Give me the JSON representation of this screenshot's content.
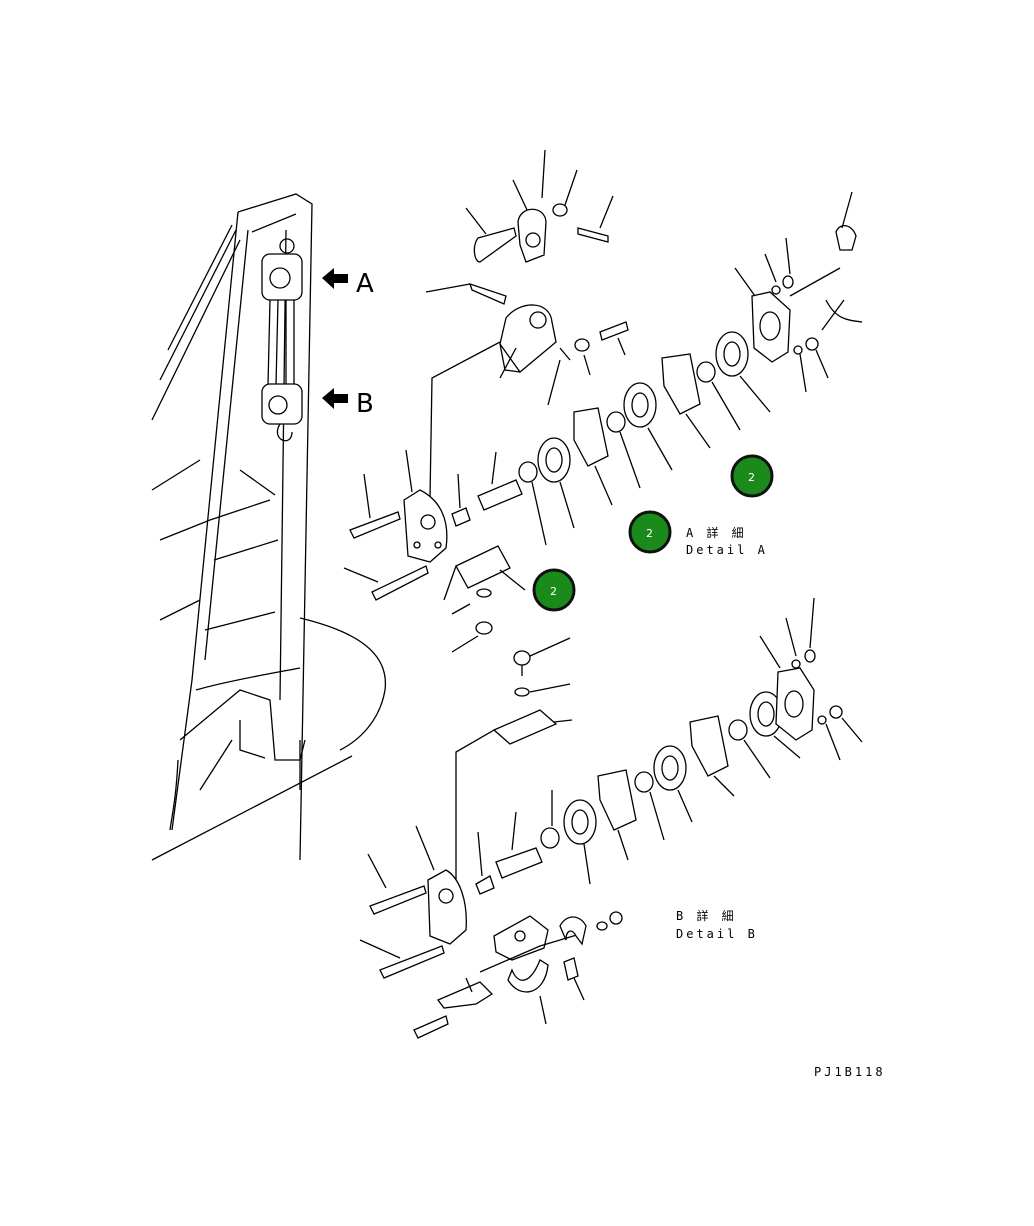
{
  "callouts": {
    "a": "A",
    "b": "B"
  },
  "detail_a": {
    "jp": "A 詳 細",
    "en": "Detail A"
  },
  "detail_b": {
    "jp": "B 詳 細",
    "en": "Detail B"
  },
  "drawing_code": "PJ1B118",
  "badges": [
    {
      "label": "2"
    },
    {
      "label": "2"
    },
    {
      "label": "2"
    }
  ],
  "colors": {
    "badge_fill": "#1a8a1a",
    "badge_ring": "#111111",
    "line": "#000000"
  }
}
